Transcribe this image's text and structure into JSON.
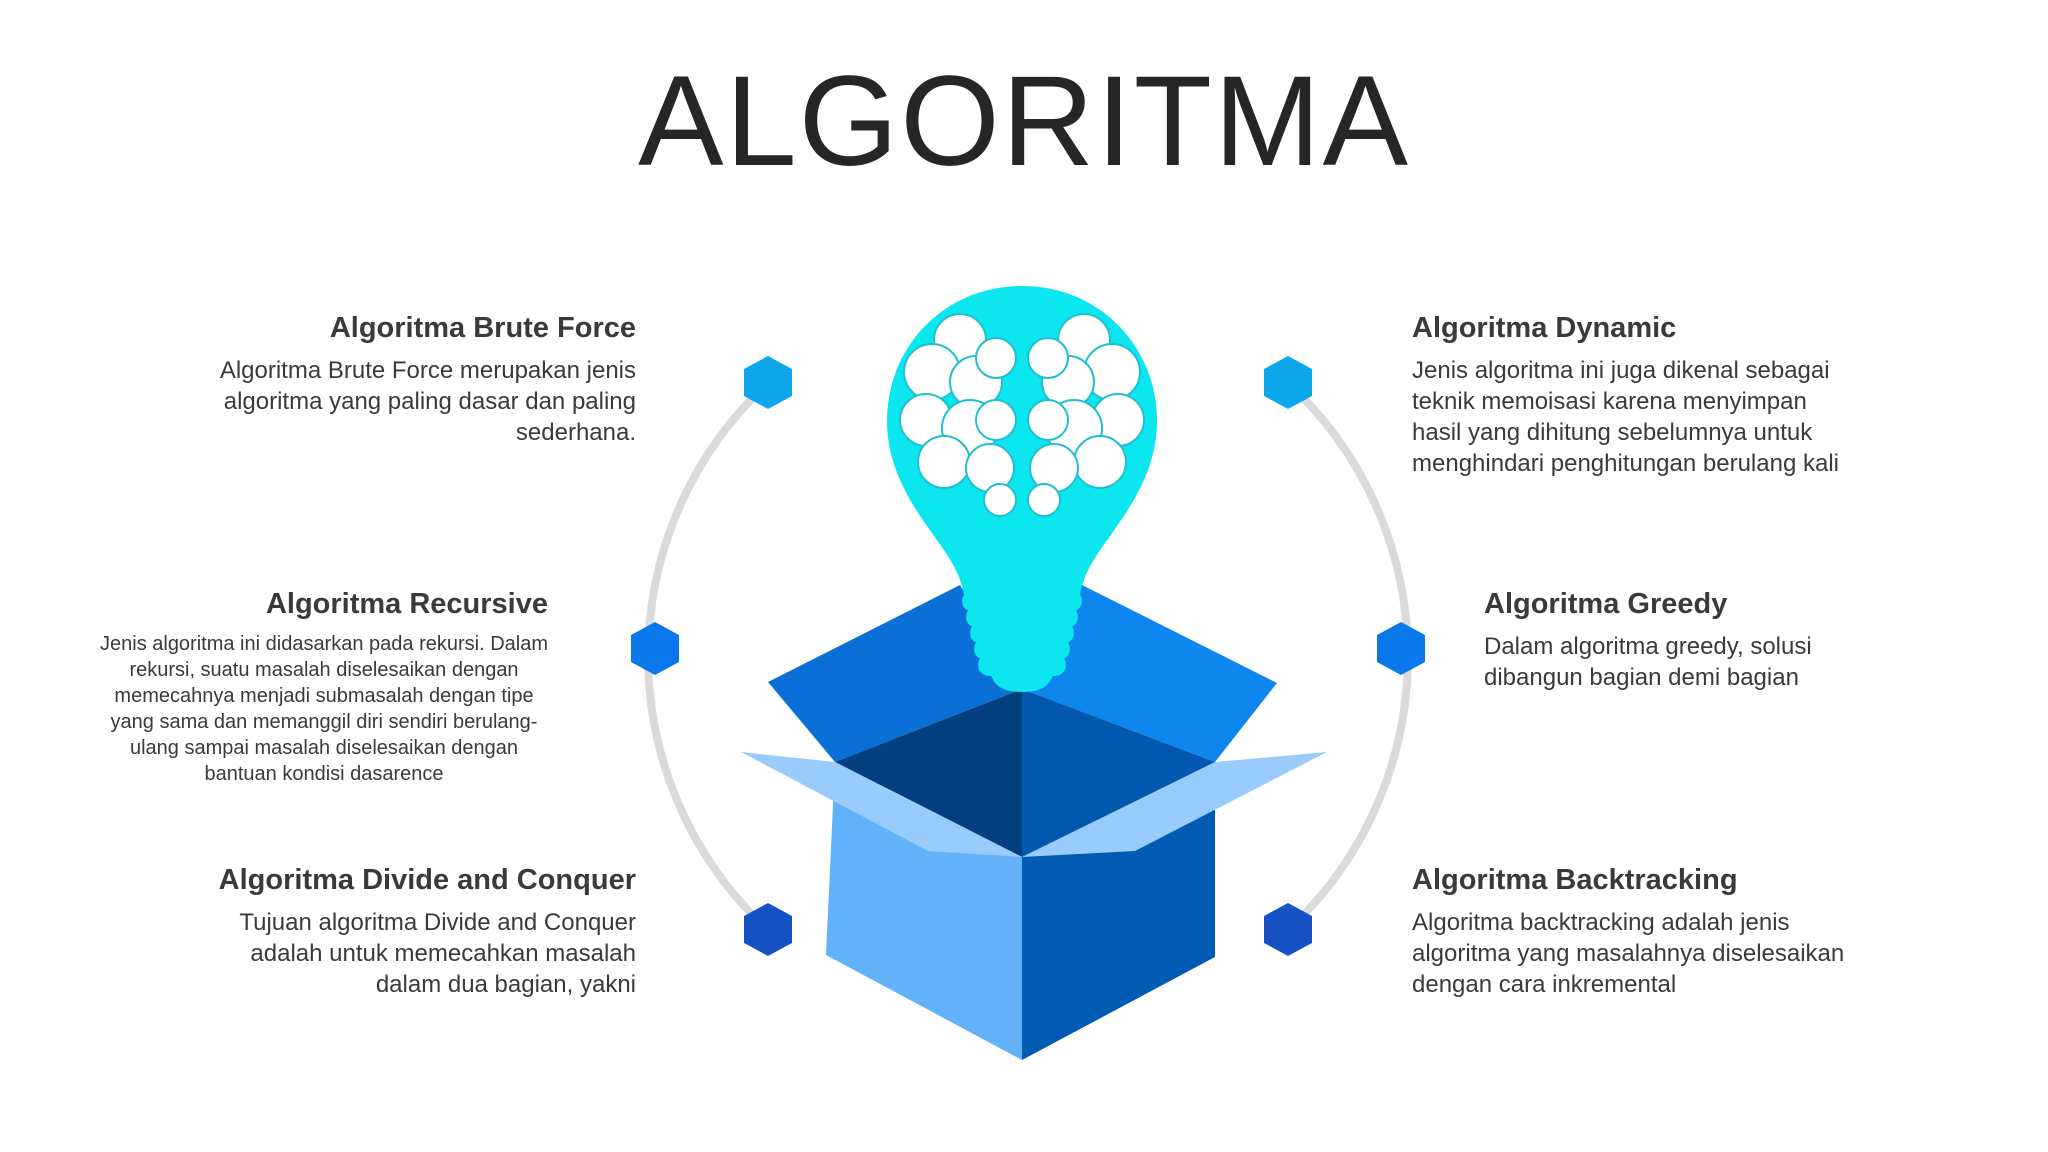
{
  "title": "ALGORITMA",
  "colors": {
    "bulb": "#0BE6EF",
    "box_dark": "#005BB2",
    "box_light": "#62B2FA",
    "arc": "#DADADC",
    "hex_light": "#0EA6EA",
    "hex_mid": "#0A78EA",
    "hex_dark": "#1652C4"
  },
  "items": {
    "brute_force": {
      "heading": "Algoritma Brute Force",
      "text": "Algoritma Brute Force merupakan jenis algoritma yang paling dasar dan paling sederhana."
    },
    "recursive": {
      "heading": "Algoritma Recursive",
      "text": "Jenis algoritma ini didasarkan pada rekursi. Dalam rekursi, suatu masalah diselesaikan dengan memecahnya menjadi submasalah dengan tipe yang sama dan memanggil diri sendiri berulang-ulang sampai masalah diselesaikan dengan bantuan kondisi dasarence"
    },
    "divide_conquer": {
      "heading": "Algoritma Divide and Conquer",
      "text": "Tujuan algoritma Divide and Conquer adalah untuk memecahkan masalah dalam dua bagian, yakni"
    },
    "dynamic": {
      "heading": "Algoritma Dynamic",
      "text": "Jenis algoritma ini juga dikenal sebagai teknik memoisasi karena menyimpan hasil yang dihitung sebelumnya untuk menghindari penghitungan berulang kali"
    },
    "greedy": {
      "heading": "Algoritma Greedy",
      "text": "Dalam algoritma greedy, solusi dibangun bagian demi bagian"
    },
    "backtracking": {
      "heading": "Algoritma Backtracking",
      "text": "Algoritma backtracking adalah jenis algoritma yang masalahnya diselesaikan dengan cara inkremental"
    }
  }
}
